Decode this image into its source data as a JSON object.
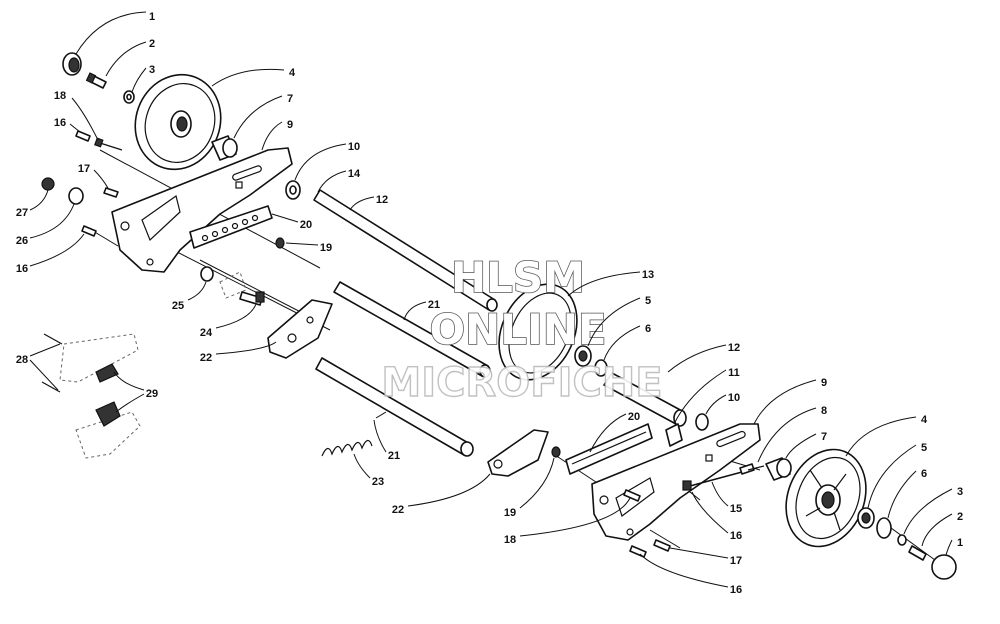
{
  "watermark": {
    "line1": "HLSM",
    "line2": "ONLINE",
    "line3": "MICROFICHE"
  },
  "callouts": [
    {
      "id": "c1a",
      "label": "1"
    },
    {
      "id": "c2a",
      "label": "2"
    },
    {
      "id": "c3a",
      "label": "3"
    },
    {
      "id": "c4a",
      "label": "4"
    },
    {
      "id": "c7a",
      "label": "7"
    },
    {
      "id": "c9a",
      "label": "9"
    },
    {
      "id": "c18a",
      "label": "18"
    },
    {
      "id": "c16a",
      "label": "16"
    },
    {
      "id": "c17a",
      "label": "17"
    },
    {
      "id": "c27",
      "label": "27"
    },
    {
      "id": "c26",
      "label": "26"
    },
    {
      "id": "c16b",
      "label": "16"
    },
    {
      "id": "c10a",
      "label": "10"
    },
    {
      "id": "c14",
      "label": "14"
    },
    {
      "id": "c12a",
      "label": "12"
    },
    {
      "id": "c20a",
      "label": "20"
    },
    {
      "id": "c19a",
      "label": "19"
    },
    {
      "id": "c25",
      "label": "25"
    },
    {
      "id": "c24",
      "label": "24"
    },
    {
      "id": "c22a",
      "label": "22"
    },
    {
      "id": "c21a",
      "label": "21"
    },
    {
      "id": "c13",
      "label": "13"
    },
    {
      "id": "c5a",
      "label": "5"
    },
    {
      "id": "c6a",
      "label": "6"
    },
    {
      "id": "c28",
      "label": "28"
    },
    {
      "id": "c29",
      "label": "29"
    },
    {
      "id": "c12b",
      "label": "12"
    },
    {
      "id": "c11",
      "label": "11"
    },
    {
      "id": "c10b",
      "label": "10"
    },
    {
      "id": "c9b",
      "label": "9"
    },
    {
      "id": "c8",
      "label": "8"
    },
    {
      "id": "c7b",
      "label": "7"
    },
    {
      "id": "c4b",
      "label": "4"
    },
    {
      "id": "c5b",
      "label": "5"
    },
    {
      "id": "c6b",
      "label": "6"
    },
    {
      "id": "c3b",
      "label": "3"
    },
    {
      "id": "c2b",
      "label": "2"
    },
    {
      "id": "c1b",
      "label": "1"
    },
    {
      "id": "c20b",
      "label": "20"
    },
    {
      "id": "c21b",
      "label": "21"
    },
    {
      "id": "c23",
      "label": "23"
    },
    {
      "id": "c22b",
      "label": "22"
    },
    {
      "id": "c19b",
      "label": "19"
    },
    {
      "id": "c18b",
      "label": "18"
    },
    {
      "id": "c15",
      "label": "15"
    },
    {
      "id": "c16c",
      "label": "16"
    },
    {
      "id": "c17b",
      "label": "17"
    },
    {
      "id": "c16d",
      "label": "16"
    }
  ]
}
